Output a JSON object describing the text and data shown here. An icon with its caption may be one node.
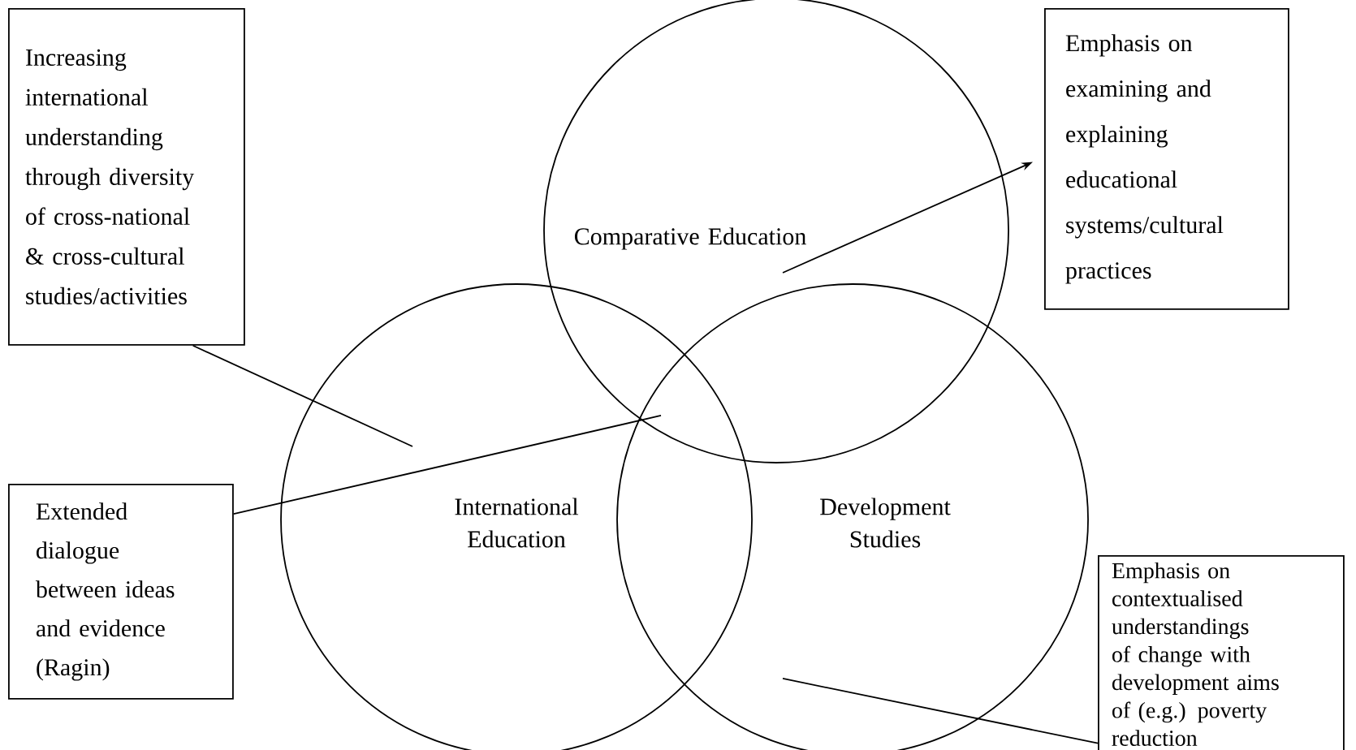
{
  "diagram": {
    "nodes": [
      {
        "text": [
          "Increasing international understanding through diversity of cross-national & cross-cultural studies/activities"
        ]
      },
      {
        "text": [
          "Comparative Education"
        ]
      },
      {
        "text": [
          "Emphasis on examining and explaining educational systems/cultural practices"
        ]
      },
      {
        "text": [
          "International Education"
        ]
      },
      {
        "text": [
          "Extended dialogue between ideas and evidence (Ragin)"
        ]
      },
      {
        "text": [
          "Development Studies"
        ]
      },
      {
        "text": [
          "Emphasis on contextualised understandings of change with development aims of (e.g.) poverty reduction"
        ]
      }
    ],
    "edges": [
      {
        "from": 0,
        "to": null,
        "arrow": "none"
      },
      {
        "from": 4,
        "to": null,
        "arrow": "none"
      },
      {
        "from": 1,
        "to": 2,
        "arrow": "to"
      },
      {
        "from": 6,
        "to": null,
        "arrow": "none"
      }
    ]
  }
}
